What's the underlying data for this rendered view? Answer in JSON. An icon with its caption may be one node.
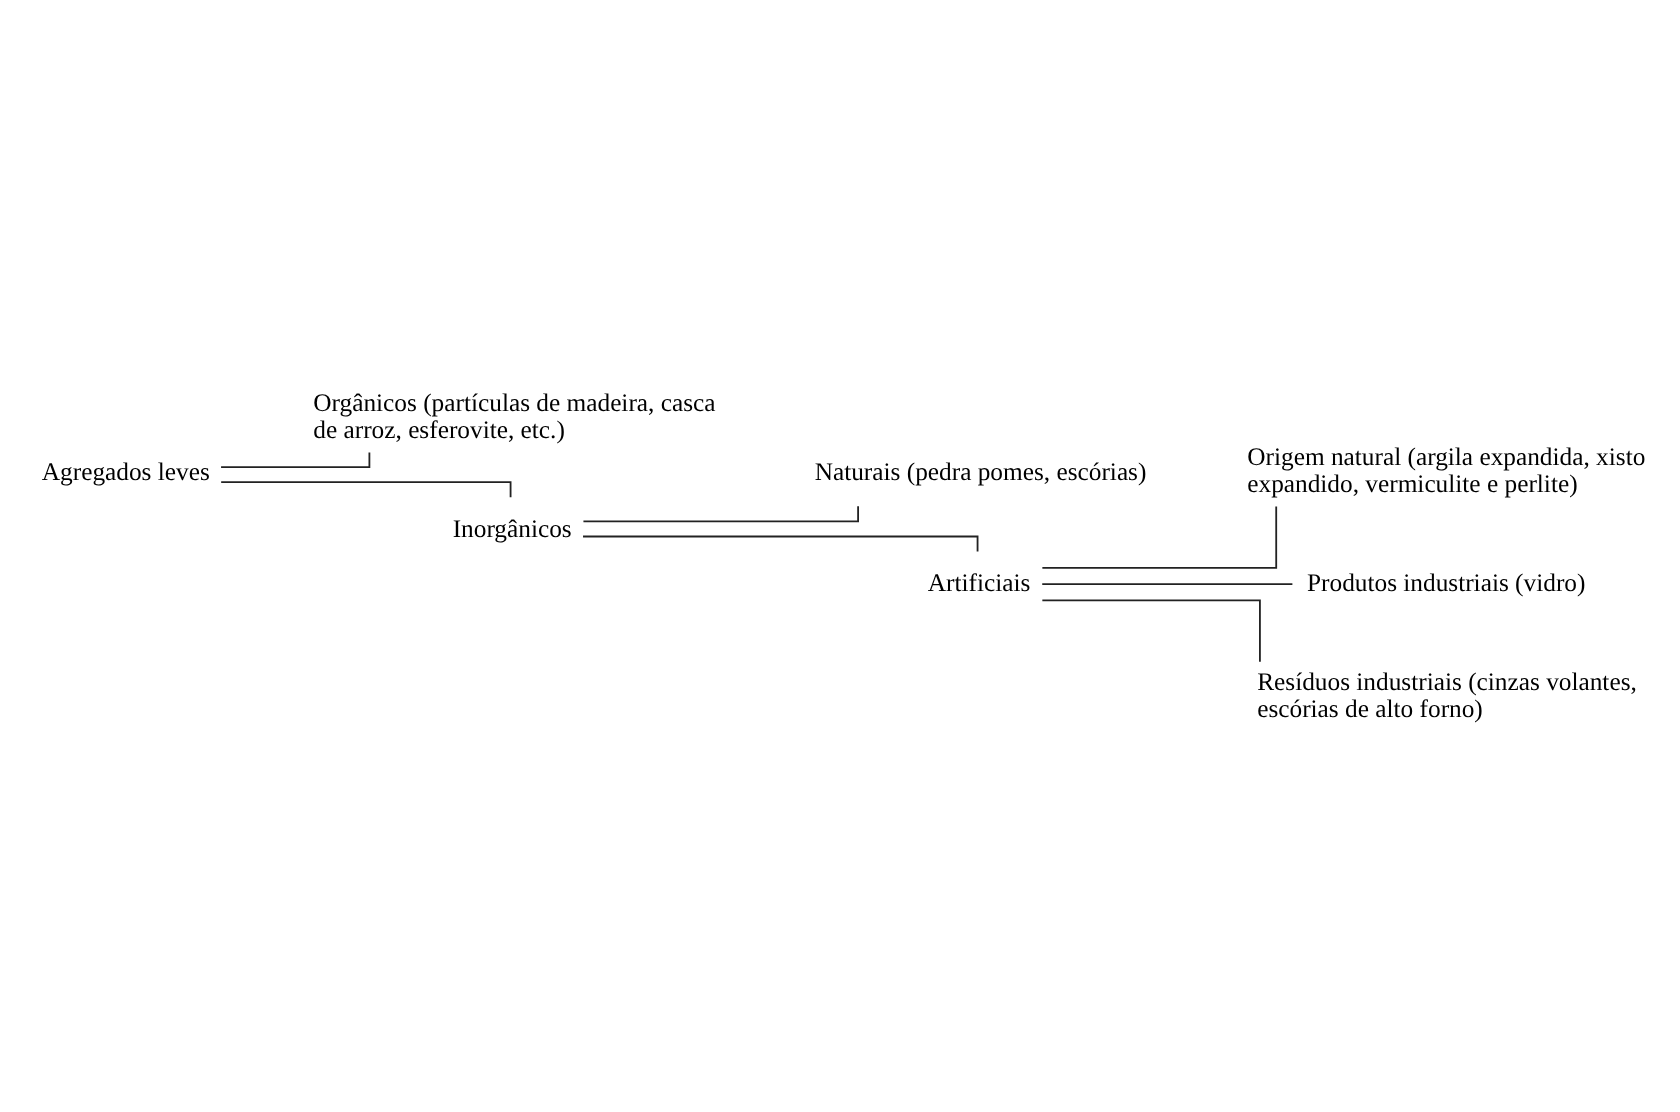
{
  "diagram": {
    "nodes": [
      {
        "text": [
          "Agregados leves"
        ]
      },
      {
        "text": [
          "Orgânicos (partículas de madeira, casca de arroz, esferovite, etc.)"
        ]
      },
      {
        "text": [
          "Inorgânicos"
        ]
      },
      {
        "text": [
          "Naturais (pedra pomes, escórias)"
        ]
      },
      {
        "text": [
          "Artificiais"
        ]
      },
      {
        "text": [
          "Origem natural (argila expandida, xisto expandido, vermiculite e perlite)"
        ]
      },
      {
        "text": [
          "Produtos industriais (vidro)"
        ]
      },
      {
        "text": [
          "Resíduos industriais (cinzas volantes, escórias de alto forno)"
        ]
      }
    ],
    "edges": [
      {
        "from": 0,
        "to": 1,
        "arrow": "none"
      },
      {
        "from": 0,
        "to": 2,
        "arrow": "none"
      },
      {
        "from": 2,
        "to": 3,
        "arrow": "none"
      },
      {
        "from": 2,
        "to": 4,
        "arrow": "none"
      },
      {
        "from": 4,
        "to": 5,
        "arrow": "none"
      },
      {
        "from": 4,
        "to": 6,
        "arrow": "none"
      },
      {
        "from": 4,
        "to": 7,
        "arrow": "none"
      }
    ]
  }
}
